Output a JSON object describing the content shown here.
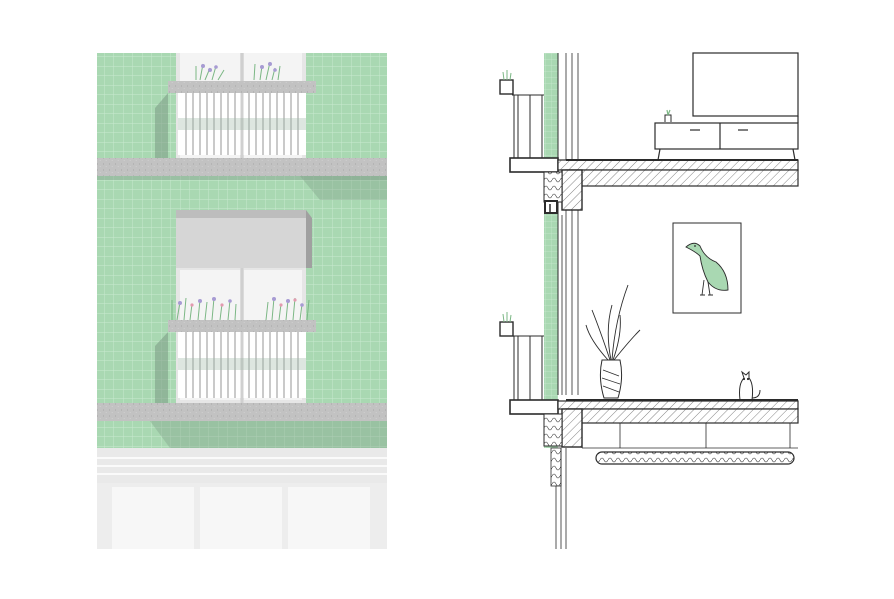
{
  "colors": {
    "tile": "#a9d8b2",
    "tile_grout": "#c8e9cf",
    "concrete": "#bdbdbd",
    "concrete_dark": "#9c9c9c",
    "shadow": "#7c8f82",
    "glass": "#f1f1f1",
    "frame": "#d9d9d9",
    "line": "#2b2b2b",
    "bird": "#a9d8b2",
    "ground": "#e9e9e9"
  },
  "icons": {
    "bird": "crow-illustration",
    "cat": "cat-figure",
    "plant": "potted-plant",
    "vase": "vase-with-grasses",
    "tv": "television"
  },
  "views": [
    "elevation",
    "section"
  ]
}
